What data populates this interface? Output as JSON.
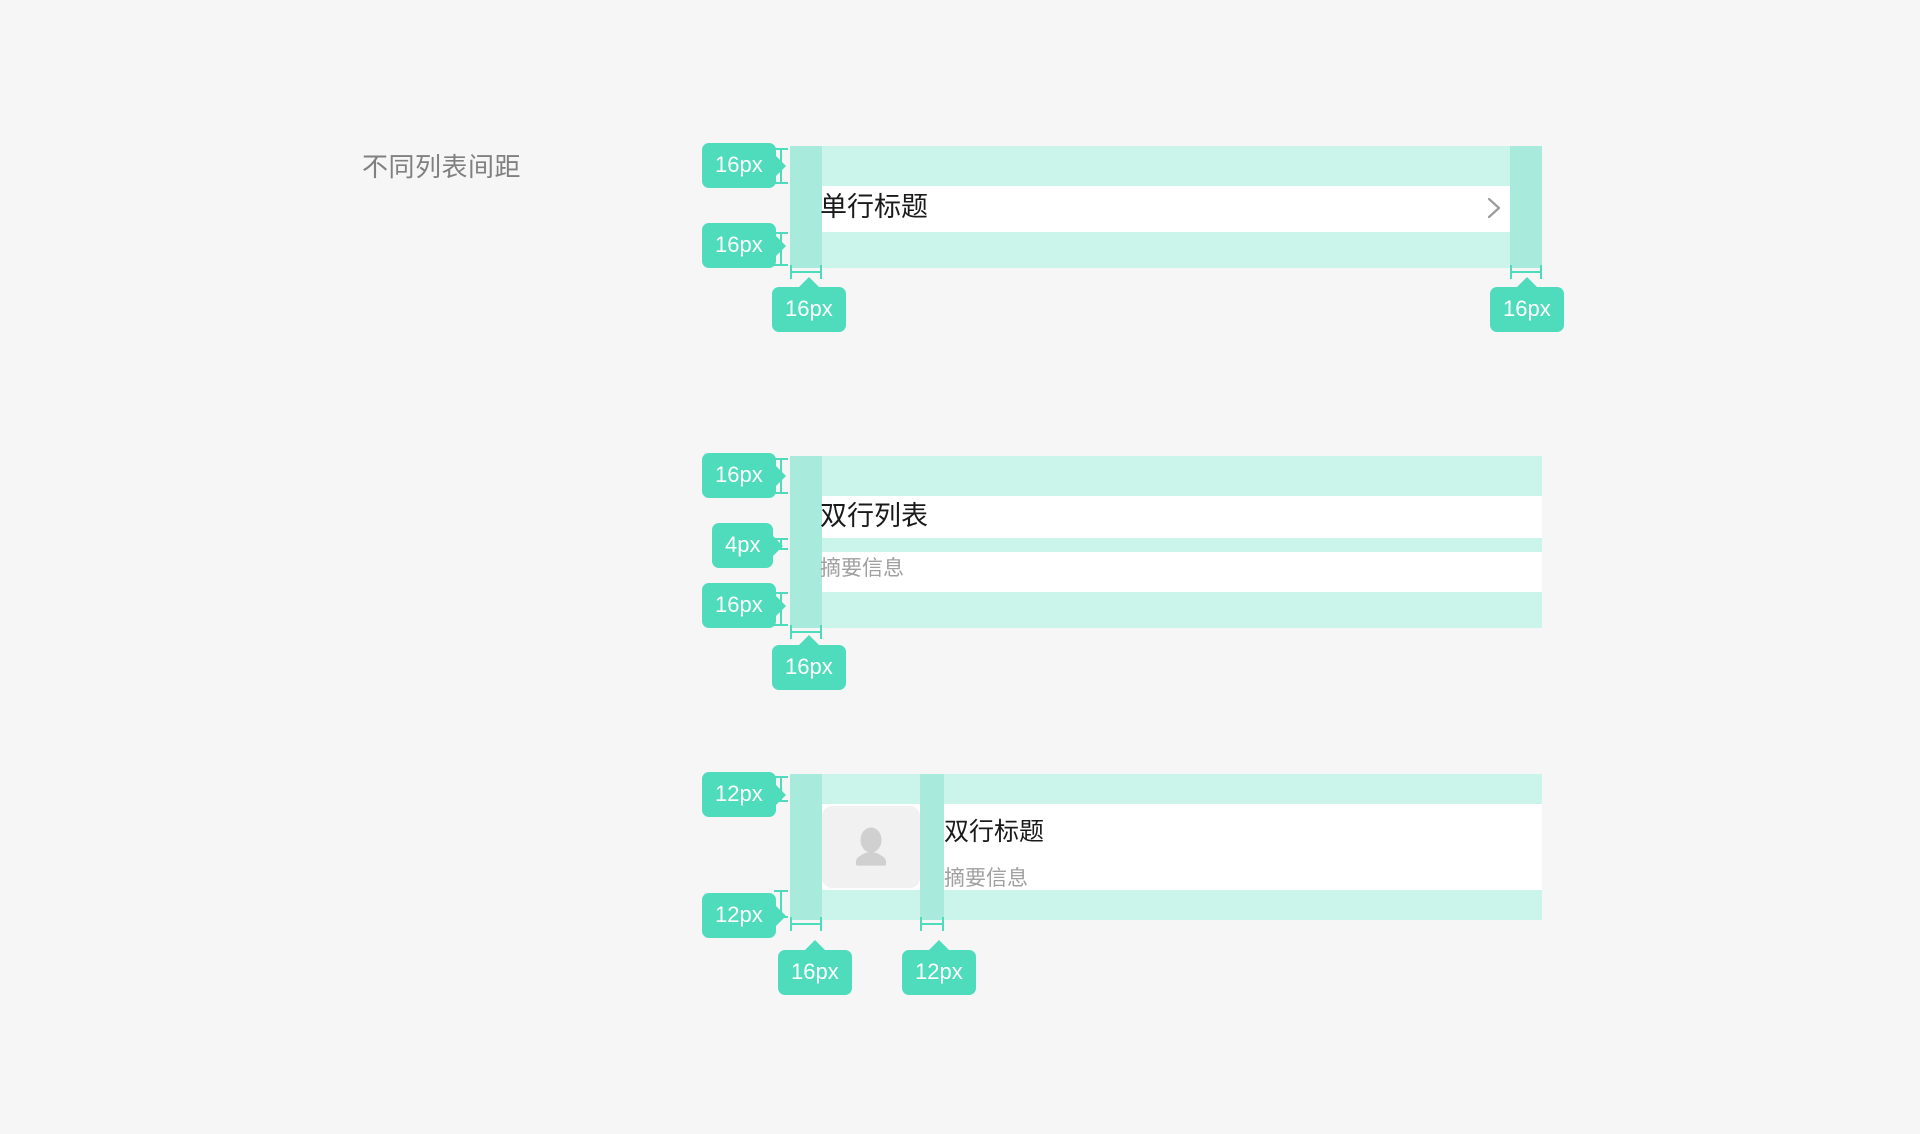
{
  "page": {
    "section_title": "不同列表间距",
    "background_color": "#f6f6f6",
    "badge_color": "#4edcbc",
    "band_color": "#cbf4ea",
    "column_color": "#a8ebdc",
    "surface_color": "#ffffff",
    "title_text_color": "#1a1a1a",
    "subtitle_text_color": "#a0a0a0",
    "section_title_color": "#808080"
  },
  "blocks": [
    {
      "id": "single-line-list",
      "title": "单行标题",
      "chevron_icon": "chevron-right-icon",
      "measurements": {
        "top_gap": "16px",
        "bottom_gap": "16px",
        "left_padding": "16px",
        "right_padding": "16px"
      }
    },
    {
      "id": "two-line-list",
      "title": "双行列表",
      "subtitle": "摘要信息",
      "measurements": {
        "top_gap": "16px",
        "title_subtitle_gap": "4px",
        "bottom_gap": "16px",
        "left_padding": "16px"
      }
    },
    {
      "id": "avatar-two-line-list",
      "title": "双行标题",
      "subtitle": "摘要信息",
      "avatar_icon": "user-avatar-icon",
      "measurements": {
        "top_gap": "12px",
        "bottom_gap": "12px",
        "left_padding": "16px",
        "avatar_text_gap": "12px"
      }
    }
  ]
}
